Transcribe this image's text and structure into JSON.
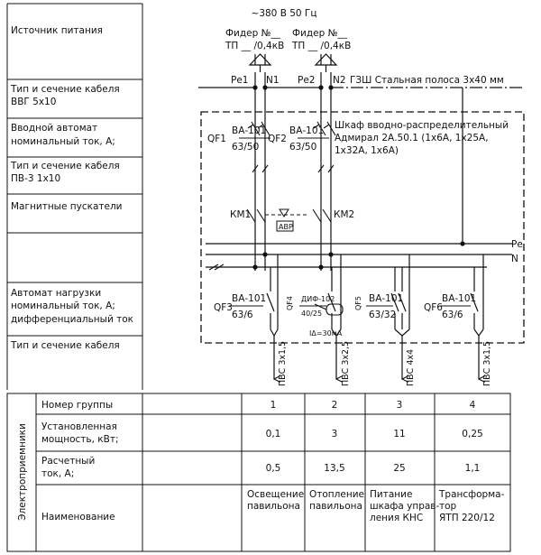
{
  "supply": {
    "voltage": "~380 В  50 Гц",
    "feeders": [
      {
        "line1": "Фидер №__",
        "line2": "ТП __ /0,4кВ",
        "pe": "Ре1",
        "n": "N1"
      },
      {
        "line1": "Фидер №__",
        "line2": "ТП __ /0,4кВ",
        "pe": "Ре2",
        "n": "N2"
      }
    ],
    "ground_label": "ГЗШ Стальная полоса 3х40 мм"
  },
  "left_table": {
    "rows": [
      {
        "id": "source",
        "lines": [
          "Источник питания"
        ]
      },
      {
        "id": "cable1",
        "lines": [
          "Тип и сечение кабеля",
          "ВВГ 5х10"
        ]
      },
      {
        "id": "input-breaker",
        "lines": [
          "Вводной автомат",
          "номинальный ток, А;"
        ]
      },
      {
        "id": "cable2",
        "lines": [
          "Тип и сечение кабеля",
          "ПВ-3 1х10"
        ]
      },
      {
        "id": "starters",
        "lines": [
          "Магнитные пускатели"
        ]
      },
      {
        "id": "load-breaker",
        "lines": [
          "Автомат нагрузки",
          "номинальный ток, А;",
          "дифференциальный ток"
        ]
      },
      {
        "id": "cable3",
        "lines": [
          "Тип и сечение кабеля"
        ]
      }
    ]
  },
  "cabinet": {
    "lines": [
      "Шкаф вводно-распределительный",
      "Адмирал 2А.50.1 (1х6А, 1х25А,",
      "1х32А, 1х6А)"
    ],
    "input_breakers": [
      {
        "ref": "QF1",
        "type": "ВА-101",
        "rating": "63/50"
      },
      {
        "ref": "QF2",
        "type": "ВА-101",
        "rating": "63/50"
      }
    ],
    "contactors": [
      "КМ1",
      "КМ2"
    ],
    "avr": "АВР",
    "bus_pe": "Ре",
    "bus_n": "N"
  },
  "load_breakers": [
    {
      "ref": "QF3",
      "type": "ВА-101",
      "rating": "63/6"
    },
    {
      "ref": "QF4",
      "type": "ДИФ-102",
      "rating": "40/25",
      "diff": "IΔ=30мА"
    },
    {
      "ref": "QF5",
      "type": "ВА-101",
      "rating": "63/32"
    },
    {
      "ref": "QF6",
      "type": "ВА-101",
      "rating": "63/6"
    }
  ],
  "outgoing_cables": [
    "ПВС 3х1,5",
    "ПВС 3х2,5",
    "ПВС 4х4",
    "ПВС 3х1,5"
  ],
  "receivers": {
    "section_title": "Электроприемники",
    "row_labels": {
      "group": "Номер группы",
      "power": [
        "Установленная",
        "мощность, кВт;"
      ],
      "current": [
        "Расчетный",
        "ток, А;"
      ],
      "name": "Наименование"
    },
    "groups": [
      {
        "number": "1",
        "power": "0,1",
        "current": "0,5",
        "name": [
          "Освещение",
          "павильона"
        ]
      },
      {
        "number": "2",
        "power": "3",
        "current": "13,5",
        "name": [
          "Отопление",
          "павильона"
        ]
      },
      {
        "number": "3",
        "power": "11",
        "current": "25",
        "name": [
          "Питание",
          "шкафа управ-",
          "ления КНС"
        ]
      },
      {
        "number": "4",
        "power": "0,25",
        "current": "1,1",
        "name": [
          "Трансформа-",
          "тор",
          "ЯТП 220/12"
        ]
      }
    ]
  },
  "colors": {
    "line": "#111111",
    "background": "#ffffff"
  }
}
